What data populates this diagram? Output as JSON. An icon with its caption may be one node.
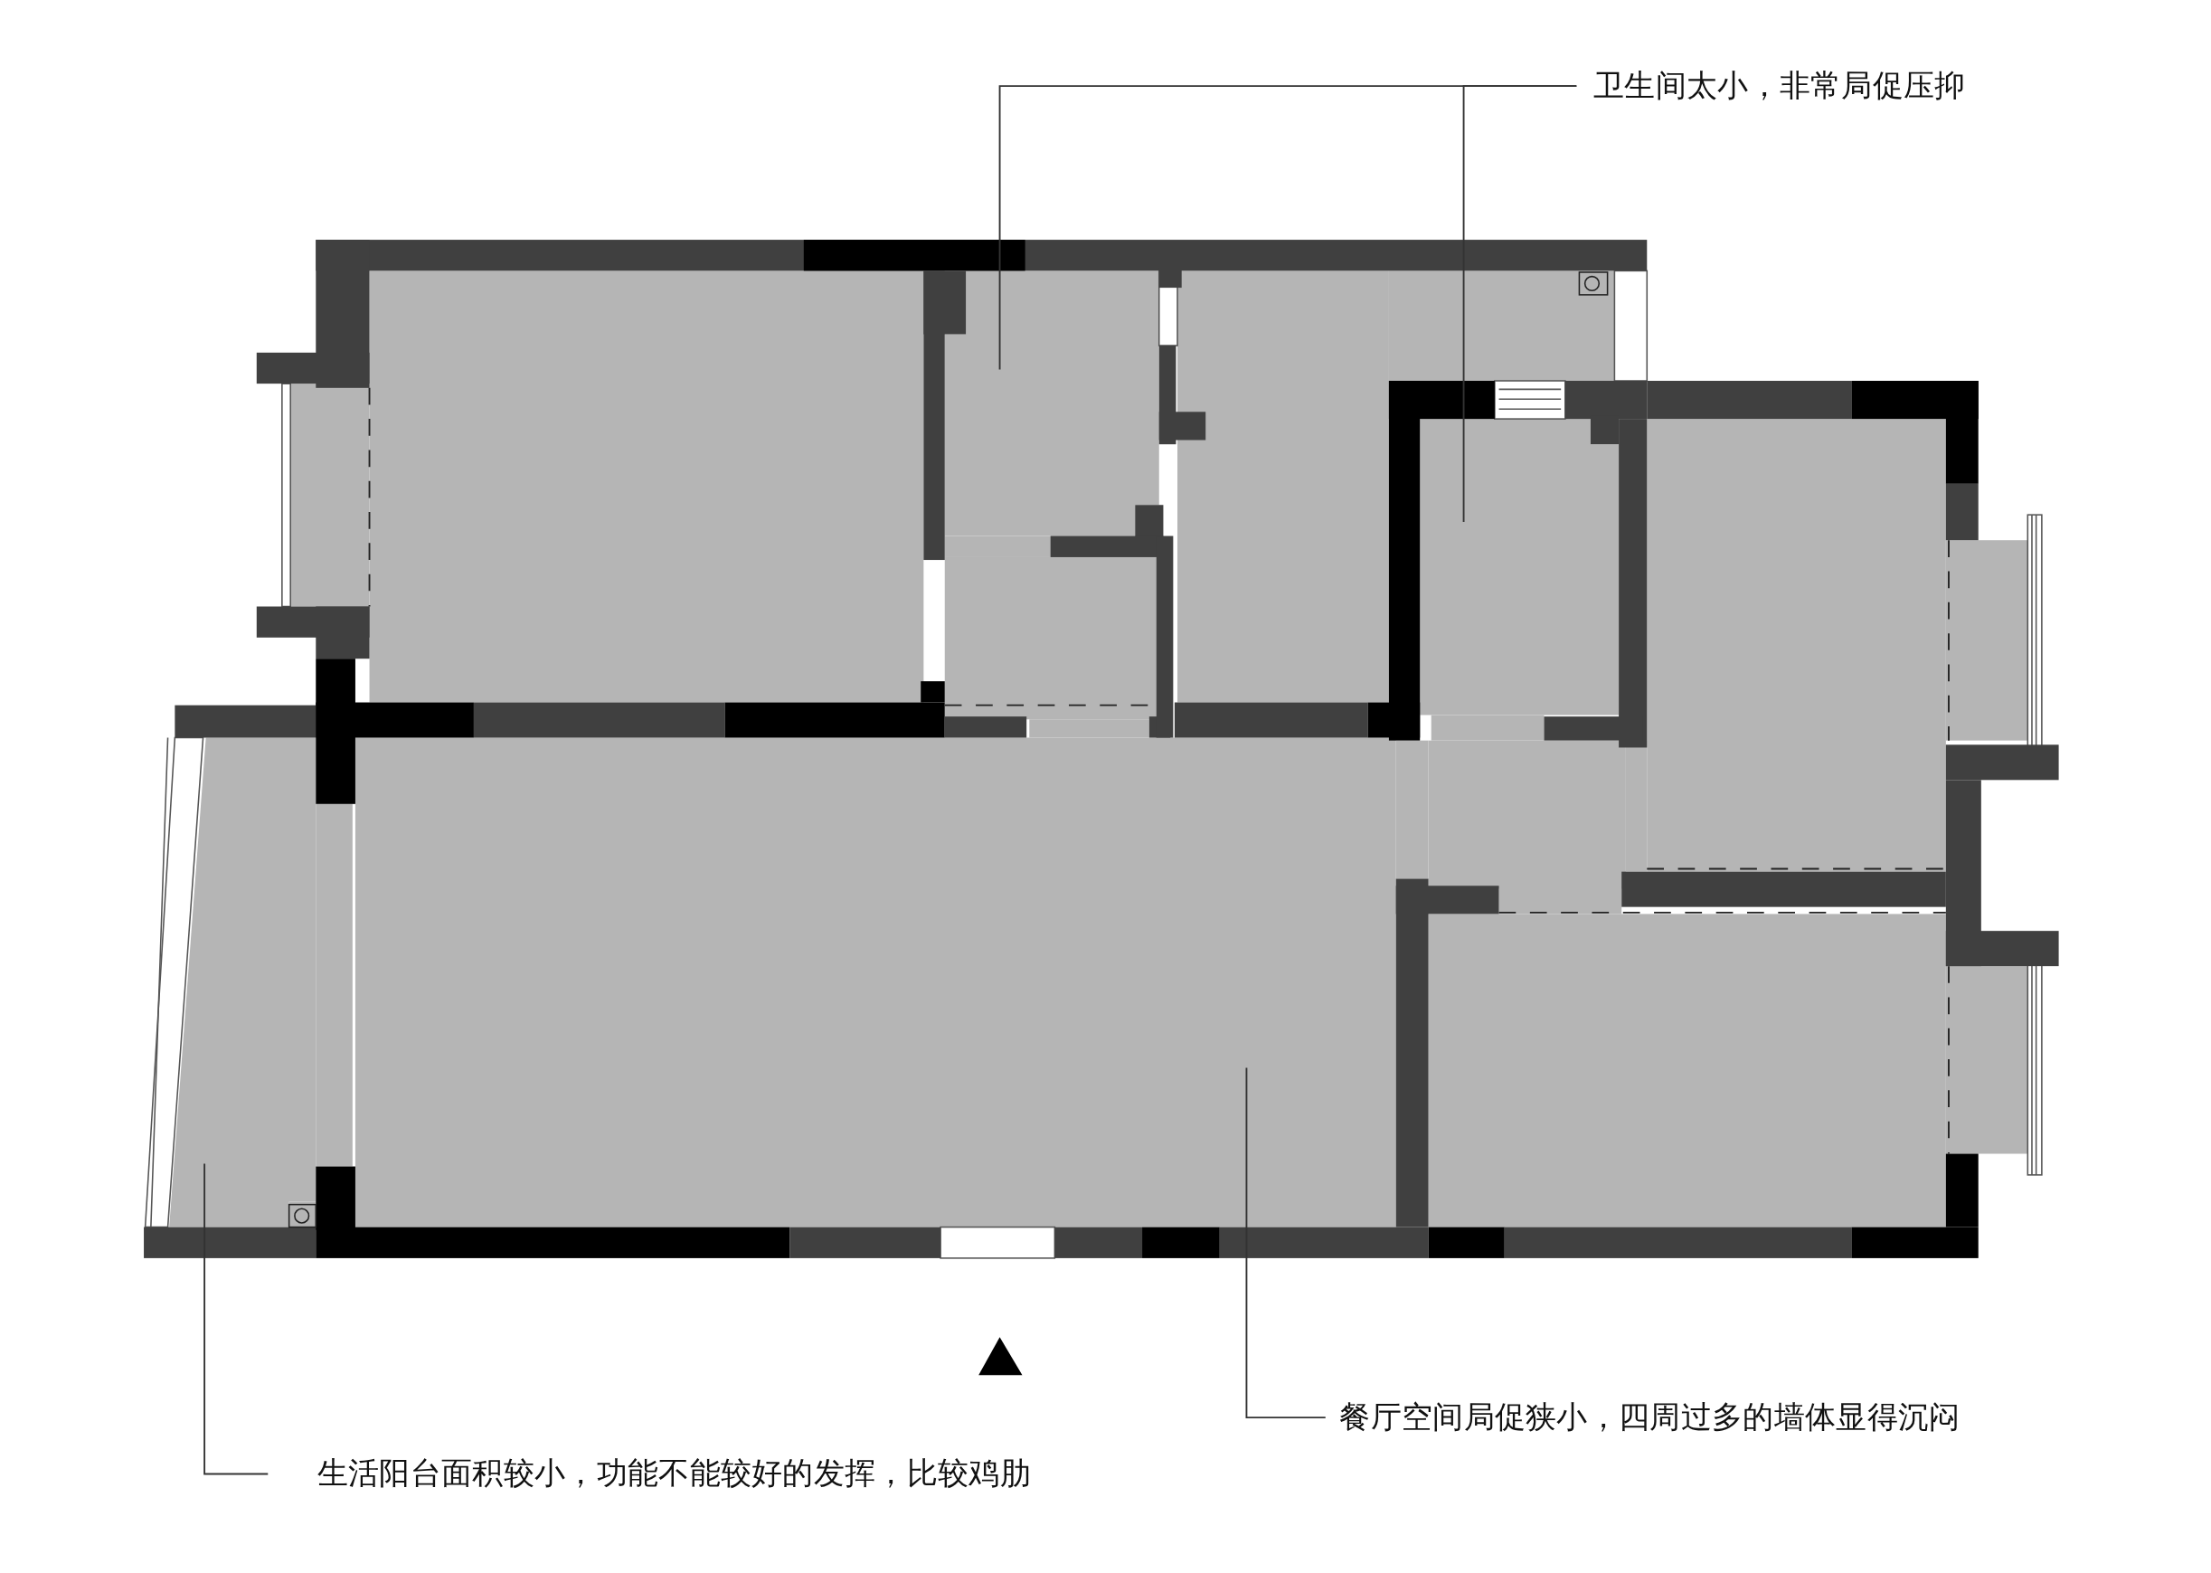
{
  "diagram": {
    "nodes": [
      {
        "text": [
          "卫生间太小，非常局促压抑"
        ]
      },
      {
        "text": [],
        "shape": "box"
      },
      {
        "text": [],
        "shape": "box"
      },
      {
        "text": [
          "餐厅空间局促狭小，四周过多的墙体显得沉闷"
        ]
      },
      {
        "text": [],
        "shape": "box"
      },
      {
        "text": [
          "生活阳台面积较小，功能不能较好的发挥，比较鸡肋"
        ]
      },
      {
        "text": [],
        "shape": "box"
      }
    ],
    "edges": [
      {
        "from": 0,
        "to": 1,
        "arrow": "none"
      },
      {
        "from": 0,
        "to": 2,
        "arrow": "none"
      },
      {
        "from": 3,
        "to": 4,
        "arrow": "none"
      },
      {
        "from": 5,
        "to": 6,
        "arrow": "none"
      }
    ]
  }
}
